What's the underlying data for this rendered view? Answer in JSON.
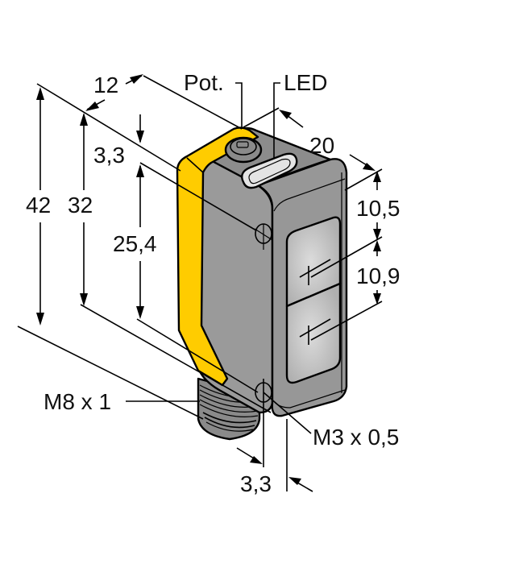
{
  "drawing": {
    "subject": "Rectangular photoelectric sensor housing with M8 connector",
    "units": "mm",
    "colors": {
      "housing": "#9a9a9a",
      "housing_top": "#8c8c8c",
      "accent_stripe": "#ffcc00",
      "lens": "#c4c4c4",
      "led_window": "#e8e8e8",
      "connector": "#8a8a8a",
      "line": "#000000",
      "background": "#ffffff"
    },
    "labels": {
      "pot": "Pot.",
      "led": "LED",
      "thread_connector": "M8 x 1",
      "thread_mount": "M3 x 0,5"
    },
    "dimensions": {
      "overall_height": "42",
      "body_height": "32",
      "hole_spacing": "25,4",
      "top_to_hole": "3,3",
      "depth": "12",
      "width": "20",
      "lens_top_offset": "10,5",
      "lens_spacing": "10,9",
      "hole_edge_offset": "3,3"
    }
  }
}
